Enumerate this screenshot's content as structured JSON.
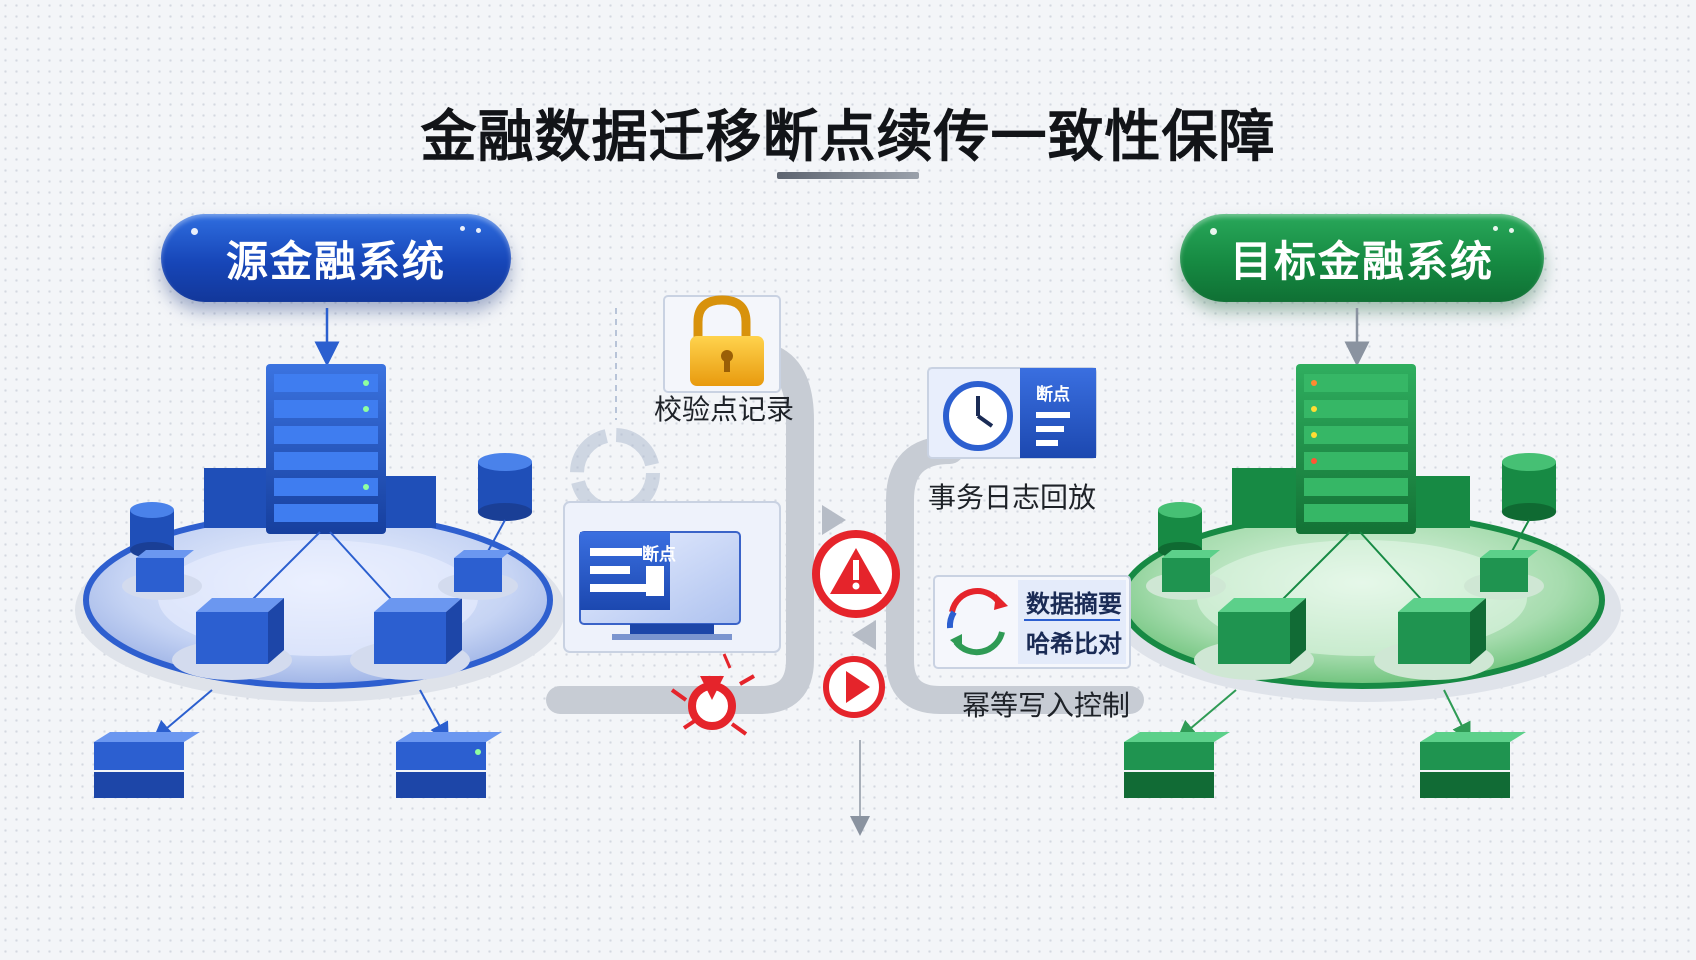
{
  "title": "金融数据迁移断点续传一致性保障",
  "source_system": {
    "label": "源金融系统"
  },
  "target_system": {
    "label": "目标金融系统"
  },
  "steps": {
    "checkpoint_record": "校验点记录",
    "transaction_log_replay": "事务日志回放",
    "data_hash_compare_a": "数据摘要",
    "data_hash_compare_b": "哈希比对",
    "idempotent_write": "幂等写入控制"
  },
  "cards": {
    "breakpoint_a": "断点",
    "breakpoint_b": "断点"
  },
  "colors": {
    "source_blue": "#1a4fc4",
    "target_green": "#178a44",
    "alert_red": "#e5242b",
    "flow_gray": "#c7ccd4"
  }
}
